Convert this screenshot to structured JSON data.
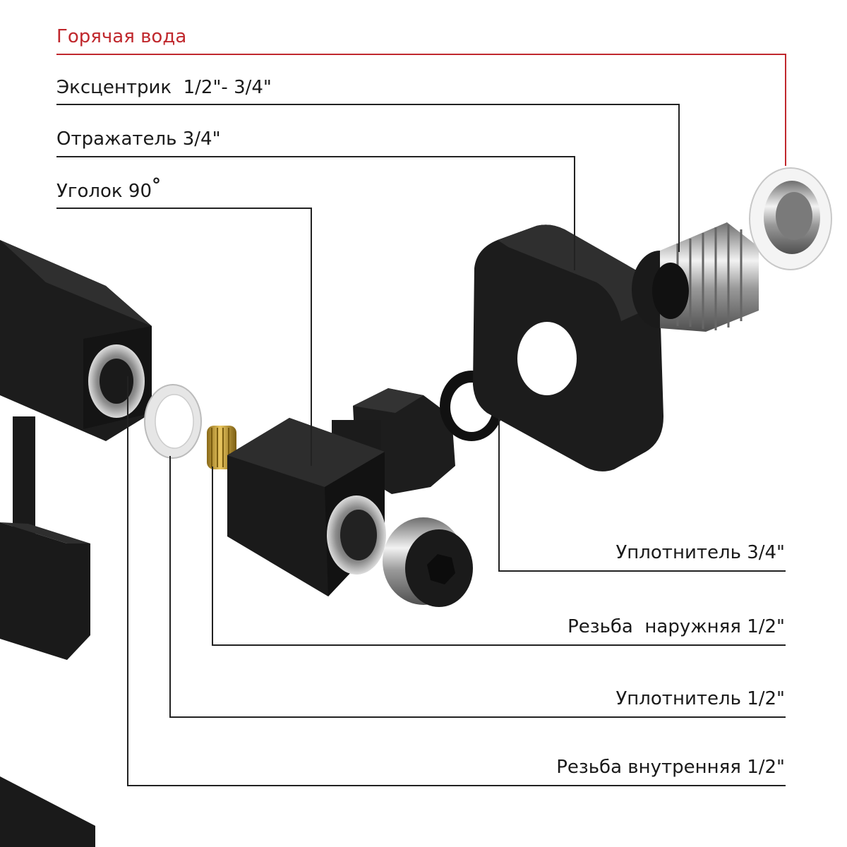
{
  "labels": {
    "hot_water": "Горячая вода",
    "eccentric": "Эксцентрик  1/2\"- 3/4\"",
    "reflector": "Отражатель 3/4\"",
    "elbow": "Уголок 90",
    "elbow_degree": "°",
    "seal_34": "Уплотнитель 3/4\"",
    "thread_ext": "Резьба  наружняя 1/2\"",
    "seal_12": "Уплотнитель 1/2\"",
    "thread_int": "Резьба внутренняя 1/2\""
  },
  "colors": {
    "accent_red": "#c0282d",
    "part_black": "#1e1e1e",
    "chrome": "#b8b8b8",
    "brass": "#c9a233",
    "leader": "#222222"
  }
}
